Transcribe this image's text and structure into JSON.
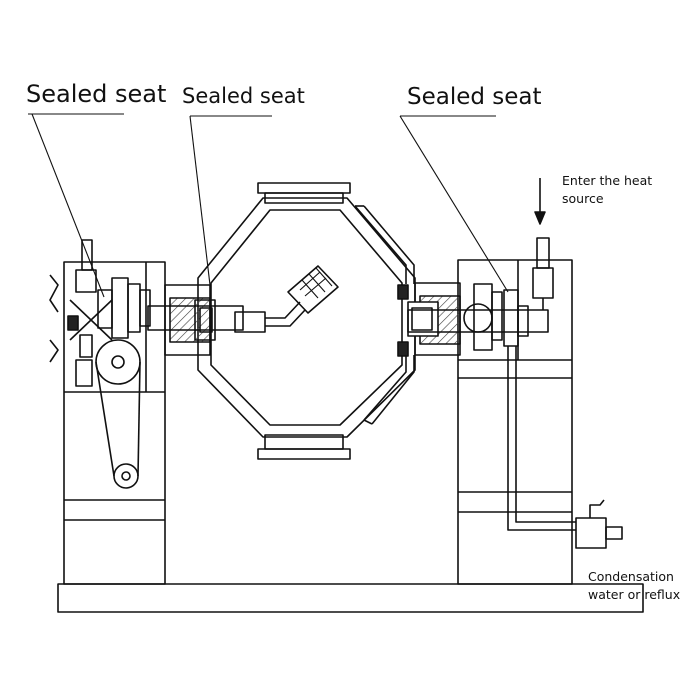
{
  "labels": {
    "sealed_seat_left": "Sealed seat",
    "sealed_seat_center": "Sealed seat",
    "sealed_seat_right": "Sealed seat",
    "heat_source_line1": "Enter the heat",
    "heat_source_line2": "source",
    "condensation_line1": "Condensation",
    "condensation_line2": "water or reflux"
  },
  "colors": {
    "ink": "#111111",
    "fill_dark": "#222222",
    "hatch": "#444444",
    "paper": "#ffffff"
  }
}
